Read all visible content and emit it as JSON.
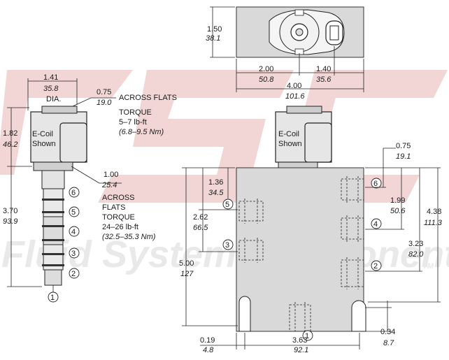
{
  "watermark": {
    "logo_letters": "FSC",
    "company": "Fluid System Components",
    "tm": "TM"
  },
  "top_view": {
    "height_in": "1.50",
    "height_mm": "38.1",
    "width_a_in": "2.00",
    "width_a_mm": "50.8",
    "width_b_in": "1.40",
    "width_b_mm": "35.6",
    "width_total_in": "4.00",
    "width_total_mm": "101.6"
  },
  "side_view": {
    "nut_dia_in": "1.41",
    "nut_dia_mm": "35.8",
    "nut_dia_label": "DIA.",
    "flats_in": "0.75",
    "flats_mm": "19.0",
    "flats_label": "ACROSS FLATS",
    "torque_label": "TORQUE",
    "torque_lbft": "5–7 lb-ft",
    "torque_nm": "(6.8–9.5 Nm)",
    "coil_height_in": "1.82",
    "coil_height_mm": "46.2",
    "coil_label_1": "E-Coil",
    "coil_label_2": "Shown",
    "hex_in": "1.00",
    "hex_mm": "25.4",
    "hex_label_1": "ACROSS",
    "hex_label_2": "FLATS",
    "hex_torque_label": "TORQUE",
    "hex_torque_lbft": "24–26 lb-ft",
    "hex_torque_nm": "(32.5–35.3 Nm)",
    "cart_len_in": "3.70",
    "cart_len_mm": "93.9",
    "ports": [
      "6",
      "5",
      "4",
      "3",
      "2",
      "1"
    ]
  },
  "front_view": {
    "coil_label_1": "E-Coil",
    "coil_label_2": "Shown",
    "d1_in": "1.36",
    "d1_mm": "34.5",
    "d2_in": "2.62",
    "d2_mm": "66.5",
    "d3_in": "5.00",
    "d3_mm": "127",
    "d4_in": "0.75",
    "d4_mm": "19.1",
    "d5_in": "1.99",
    "d5_mm": "50.6",
    "d6_in": "3.23",
    "d6_mm": "82.0",
    "d7_in": "4.38",
    "d7_mm": "111.3",
    "d8_in": "0.19",
    "d8_mm": "4.8",
    "d9_in": "3.63",
    "d9_mm": "92.1",
    "d10_in": "0.34",
    "d10_mm": "8.7",
    "ports": [
      "6",
      "5",
      "4",
      "3",
      "2",
      "1"
    ]
  }
}
